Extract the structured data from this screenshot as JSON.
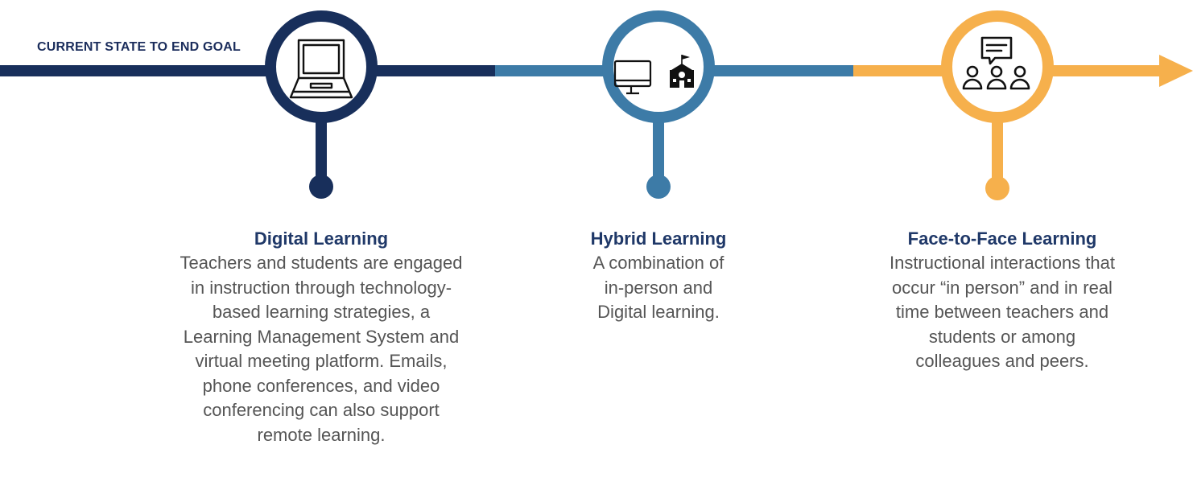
{
  "title": "CURRENT STATE TO END GOAL",
  "colors": {
    "navy": "#182f5b",
    "blue": "#3d7ba7",
    "gold": "#f6b04c"
  },
  "stages": [
    {
      "heading": "Digital Learning",
      "description": "Teachers and students are engaged\nin instruction through technology-\nbased learning strategies, a\nLearning Management System and\nvirtual meeting platform. Emails,\nphone conferences, and video\nconferencing can also support\nremote learning.",
      "icons": [
        "laptop-icon"
      ]
    },
    {
      "heading": "Hybrid Learning",
      "description": "A combination of\nin-person and\nDigital learning.",
      "icons": [
        "monitor-icon",
        "school-building-icon"
      ]
    },
    {
      "heading": "Face-to-Face Learning",
      "description": "Instructional interactions that\noccur “in person” and in real\ntime between teachers and\nstudents or among\ncolleagues and peers.",
      "icons": [
        "group-discussion-icon"
      ]
    }
  ]
}
